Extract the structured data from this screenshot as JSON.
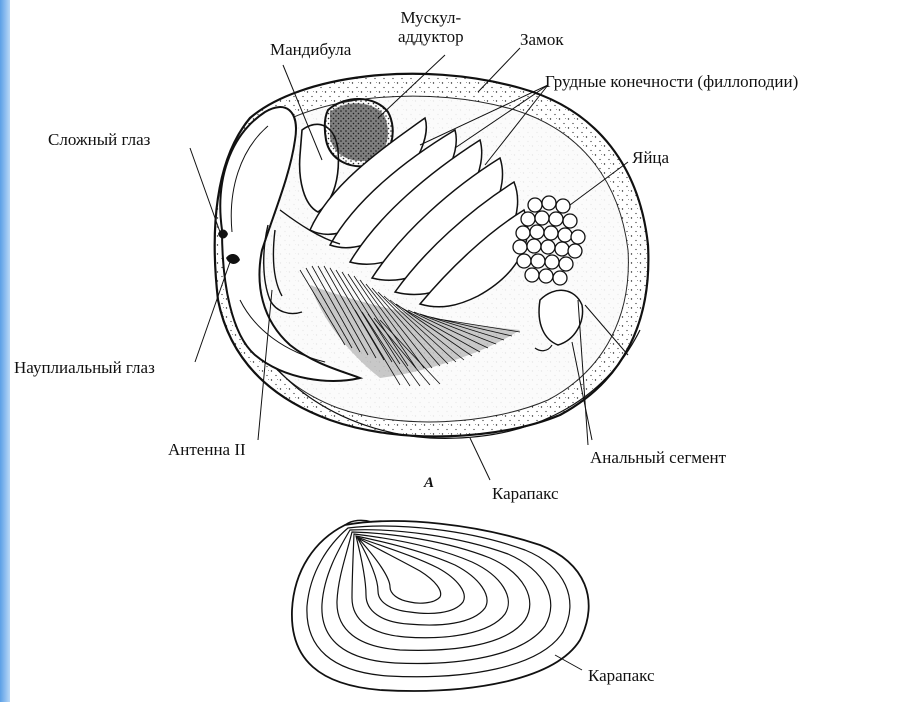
{
  "colors": {
    "edge_strip": "#5b9fe6",
    "ink": "#111111",
    "paper": "#ffffff"
  },
  "labels": {
    "muscle_line1": "Мускул-",
    "muscle_line2": "аддуктор",
    "mandible": "Мандибула",
    "hinge": "Замок",
    "thoracic_limbs": "Грудные конечности (филлоподии)",
    "compound_eye": "Сложный глаз",
    "eggs": "Яйца",
    "naupliar_eye": "Науплиальный глаз",
    "antenna_2": "Антенна II",
    "anal_segment": "Анальный сегмент",
    "figure_letter": "А",
    "carapace_a": "Карапакс",
    "carapace_b": "Карапакс"
  }
}
